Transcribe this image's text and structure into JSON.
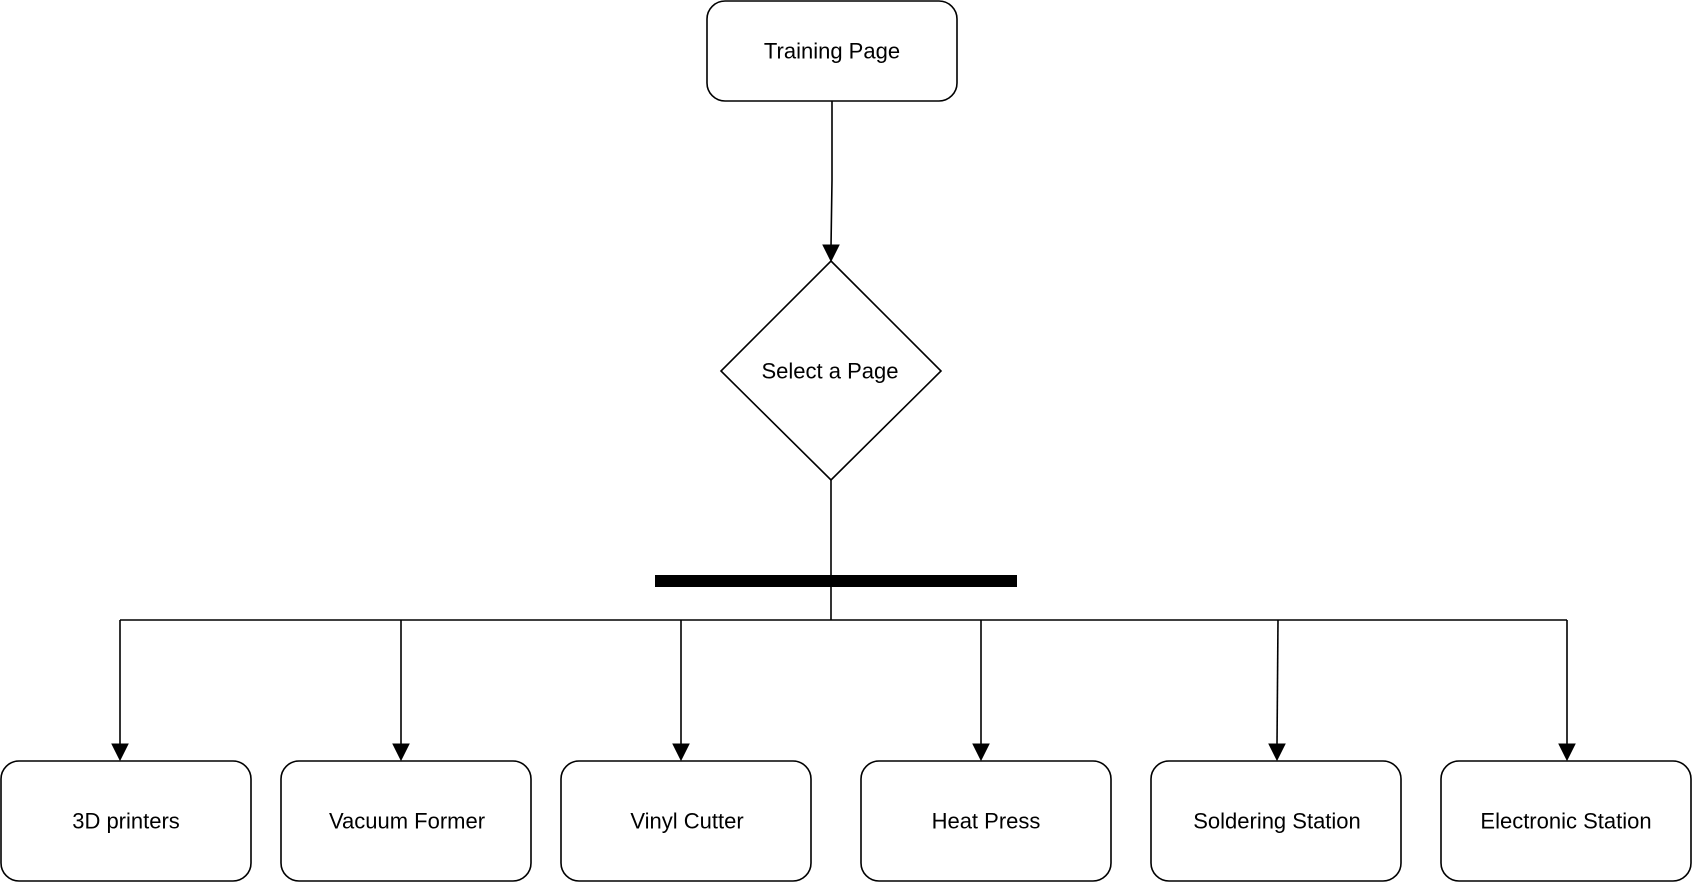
{
  "diagram": {
    "start": {
      "label": "Training Page"
    },
    "decision": {
      "label": "Select a Page"
    },
    "destinations": [
      {
        "label": "3D printers"
      },
      {
        "label": "Vacuum Former"
      },
      {
        "label": "Vinyl Cutter"
      },
      {
        "label": "Heat Press"
      },
      {
        "label": "Soldering Station"
      },
      {
        "label": "Electronic Station"
      }
    ],
    "colors": {
      "stroke": "#000000",
      "fill": "#ffffff",
      "text": "#000000"
    }
  }
}
